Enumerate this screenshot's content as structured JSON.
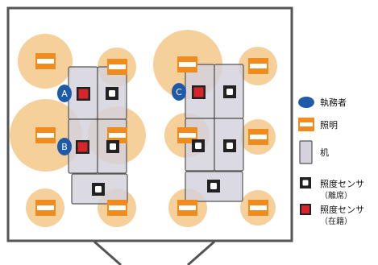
{
  "people": [
    {
      "id": "A",
      "name": "A"
    },
    {
      "id": "B",
      "name": "B"
    },
    {
      "id": "C",
      "name": "C"
    }
  ],
  "legend": {
    "worker": "執務者",
    "lighting": "照明",
    "desk": "机",
    "sensor_absent_line1": "照度センサ",
    "sensor_absent_line2": "（離席）",
    "sensor_present_line1": "照度センサ",
    "sensor_present_line2": "（在籍）"
  },
  "colors": {
    "light_halo": "#f5c88a",
    "light_fill": "#f08c1e",
    "desk": "#d5d2dc",
    "person": "#1f5aa8",
    "sensor_present": "#d7262b",
    "frame": "#555555"
  }
}
